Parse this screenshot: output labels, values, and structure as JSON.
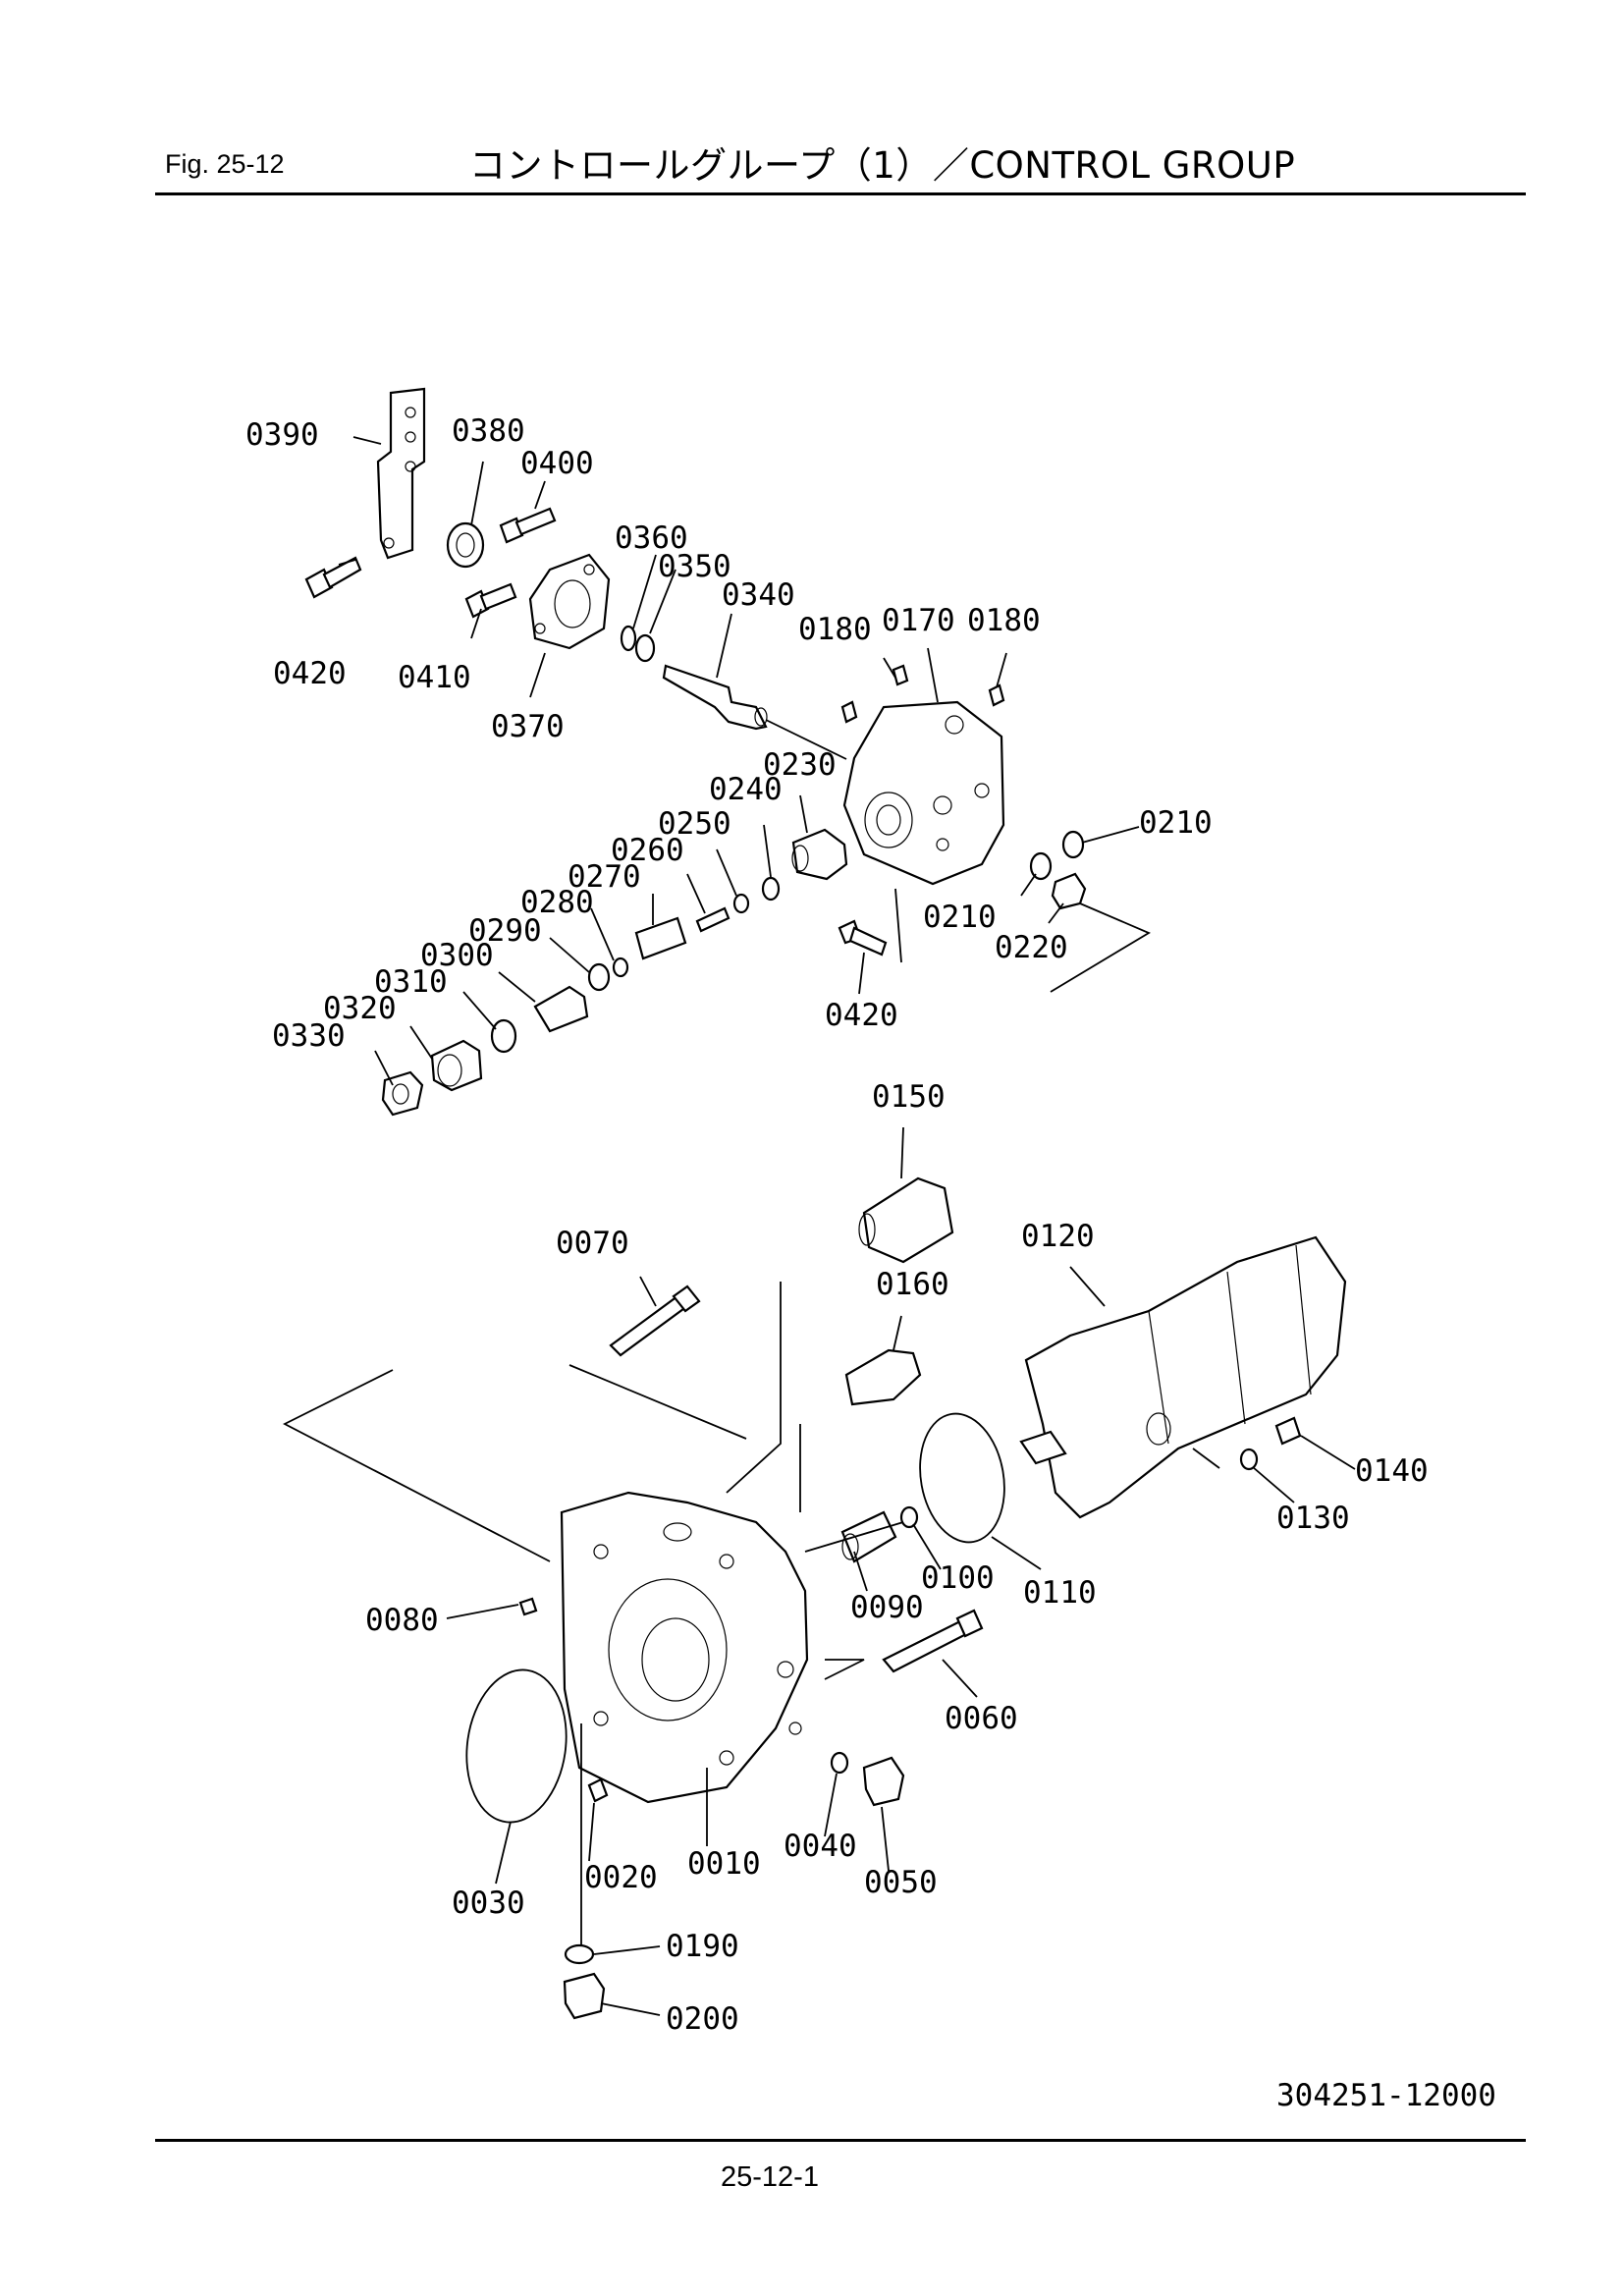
{
  "header": {
    "fig_label": "Fig.  25-12",
    "title": "コントロールグループ（1）／CONTROL GROUP"
  },
  "diagram": {
    "parts": [
      "0390",
      "0380",
      "0400",
      "0360",
      "0350",
      "0340",
      "0180",
      "0170",
      "0180",
      "0420",
      "0410",
      "0370",
      "0230",
      "0240",
      "0250",
      "0260",
      "0270",
      "0280",
      "0290",
      "0300",
      "0310",
      "0320",
      "0330",
      "0210",
      "0210",
      "0220",
      "0420",
      "0150",
      "0070",
      "0120",
      "0160",
      "0080",
      "0090",
      "0100",
      "0110",
      "0140",
      "0130",
      "0060",
      "0030",
      "0020",
      "0010",
      "0040",
      "0050",
      "0190",
      "0200"
    ],
    "drawing_number": "304251-12000"
  },
  "footer": {
    "page_number": "25-12-1"
  }
}
